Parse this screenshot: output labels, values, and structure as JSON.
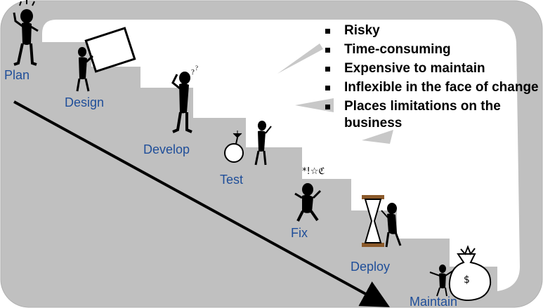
{
  "stages": [
    {
      "key": "plan",
      "label": "Plan"
    },
    {
      "key": "design",
      "label": "Design"
    },
    {
      "key": "develop",
      "label": "Develop"
    },
    {
      "key": "test",
      "label": "Test"
    },
    {
      "key": "fix",
      "label": "Fix"
    },
    {
      "key": "deploy",
      "label": "Deploy"
    },
    {
      "key": "maintain",
      "label": "Maintain"
    }
  ],
  "drawbacks": [
    "Risky",
    "Time-consuming",
    "Expensive to maintain",
    "Inflexible in the face of change",
    "Places limitations on the business"
  ],
  "icons": {
    "design": "person-holding-blueprint-icon",
    "develop": "confused-person-icon",
    "test": "bomb-icon",
    "fix": "frustrated-person-icon",
    "deploy": "hourglass-icon",
    "maintain": "money-bag-icon"
  },
  "colors": {
    "staircase": "#c0c0c0",
    "label": "#1f4e99",
    "text": "#000000"
  }
}
